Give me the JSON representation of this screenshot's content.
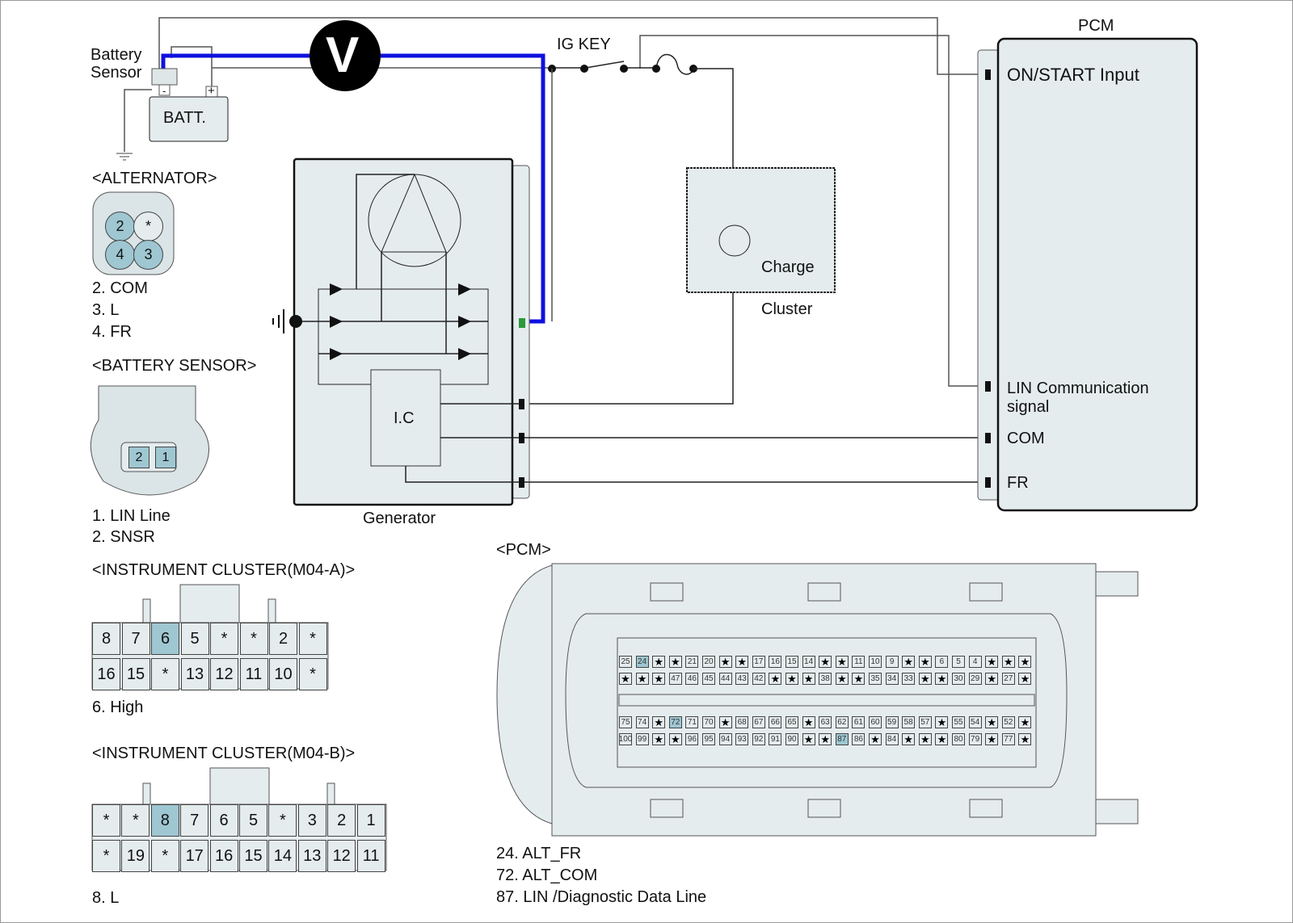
{
  "diagram": {
    "battery_sensor_label_1": "Battery",
    "battery_sensor_label_2": "Sensor",
    "battery_label": "BATT.",
    "battery_neg": "-",
    "battery_pos": "+",
    "voltmeter_label": "V",
    "ig_key_label": "IG KEY",
    "generator_label": "Generator",
    "ic_label": "I.C",
    "cluster_charge_label": "Charge",
    "cluster_label": "Cluster",
    "pcm_title": "PCM",
    "pcm_pins": [
      {
        "label": "ON/START Input"
      },
      {
        "label_1": "LIN Communication",
        "label_2": "signal"
      },
      {
        "label": "COM"
      },
      {
        "label": "FR"
      }
    ],
    "colors": {
      "wire_highlight": "#1010e0",
      "pin_highlight": "#9ec7d2",
      "component_fill": "#e5ecee",
      "terminal_green": "#2a9a3a"
    }
  },
  "connectors": {
    "alternator": {
      "title": "<ALTERNATOR>",
      "pins": [
        {
          "label": "2",
          "highlight": true
        },
        {
          "label": "*",
          "highlight": false
        },
        {
          "label": "4",
          "highlight": true
        },
        {
          "label": "3",
          "highlight": true
        }
      ],
      "legend": [
        "2. COM",
        "3. L",
        "4. FR"
      ]
    },
    "battery_sensor": {
      "title": "<BATTERY SENSOR>",
      "pins": [
        {
          "label": "2",
          "highlight": true
        },
        {
          "label": "1",
          "highlight": true
        }
      ],
      "legend": [
        "1. LIN Line",
        "2. SNSR"
      ]
    },
    "cluster_a": {
      "title": "<INSTRUMENT CLUSTER(M04-A)>",
      "row1": [
        "8",
        "7",
        "6",
        "5",
        "*",
        "*",
        "2",
        "*"
      ],
      "row2": [
        "16",
        "15",
        "*",
        "13",
        "12",
        "11",
        "10",
        "*"
      ],
      "highlight": [
        "6"
      ],
      "legend": [
        "6. High"
      ]
    },
    "cluster_b": {
      "title": "<INSTRUMENT CLUSTER(M04-B)>",
      "row1": [
        "*",
        "*",
        "8",
        "7",
        "6",
        "5",
        "*",
        "3",
        "2",
        "1"
      ],
      "row2": [
        "*",
        "19",
        "*",
        "17",
        "16",
        "15",
        "14",
        "13",
        "12",
        "11"
      ],
      "highlight": [
        "8"
      ],
      "legend": [
        "8. L"
      ]
    },
    "pcm": {
      "title": "<PCM>",
      "row1": [
        "25",
        "24",
        "*",
        "*",
        "21",
        "20",
        "*",
        "*",
        "17",
        "16",
        "15",
        "14",
        "*",
        "*",
        "11",
        "10",
        "9",
        "*",
        "*",
        "6",
        "5",
        "4",
        "*",
        "*",
        "*"
      ],
      "row2": [
        "*",
        "*",
        "*",
        "47",
        "46",
        "45",
        "44",
        "43",
        "42",
        "*",
        "*",
        "*",
        "38",
        "*",
        "*",
        "35",
        "34",
        "33",
        "*",
        "*",
        "30",
        "29",
        "*",
        "27",
        "*"
      ],
      "row3": [
        "75",
        "74",
        "*",
        "72",
        "71",
        "70",
        "*",
        "68",
        "67",
        "66",
        "65",
        "*",
        "63",
        "62",
        "61",
        "60",
        "59",
        "58",
        "57",
        "*",
        "55",
        "54",
        "*",
        "52",
        "*"
      ],
      "row4": [
        "100",
        "99",
        "*",
        "*",
        "96",
        "95",
        "94",
        "93",
        "92",
        "91",
        "90",
        "*",
        "*",
        "87",
        "86",
        "*",
        "84",
        "*",
        "*",
        "*",
        "80",
        "79",
        "*",
        "77",
        "*"
      ],
      "highlight": [
        "24",
        "72",
        "87"
      ],
      "legend": [
        "24. ALT_FR",
        "72. ALT_COM",
        "87. LIN /Diagnostic Data Line"
      ]
    }
  }
}
